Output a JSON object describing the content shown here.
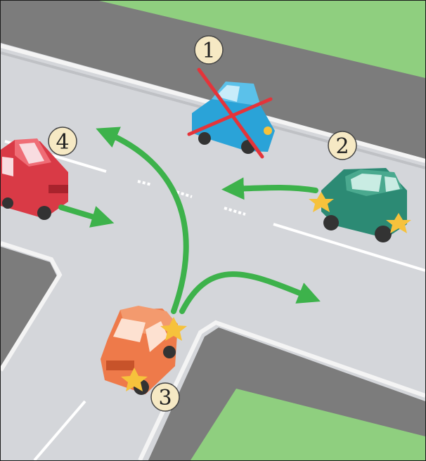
{
  "scene": {
    "labels": [
      "1",
      "2",
      "3",
      "4"
    ],
    "colors": {
      "grass": "#8fcf7f",
      "sidewalk": "#7c7c7c",
      "curb": "#f4f4f4",
      "road": "#d4d6da",
      "arrow": "#3db24b",
      "car1": "#2aa3d8",
      "car2": "#2c8a74",
      "car3": "#ee7a4a",
      "car4": "#d93a46",
      "cross": "#e4343a",
      "badge": "#f6e9c4"
    }
  }
}
